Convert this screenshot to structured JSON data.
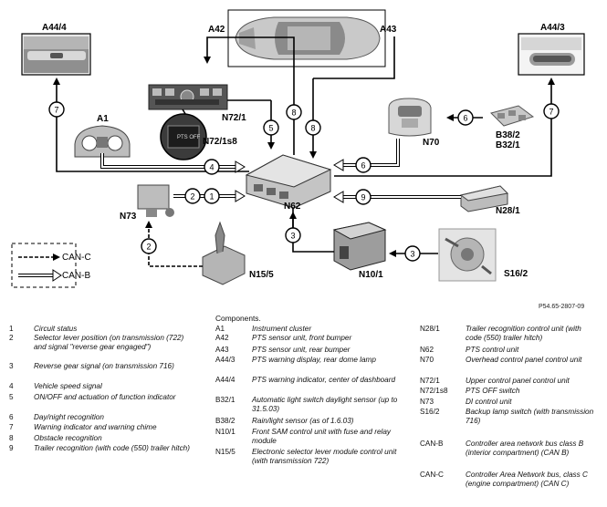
{
  "diagram": {
    "labels": {
      "a44_4": "A44/4",
      "a44_3": "A44/3",
      "a42": "A42",
      "a43": "A43",
      "a1": "A1",
      "n72_1": "N72/1",
      "n72_1s8": "N72/1s8",
      "n70": "N70",
      "b38_2": "B38/2",
      "b32_1": "B32/1",
      "n62": "N62",
      "n73": "N73",
      "n28_1": "N28/1",
      "n15_5": "N15/5",
      "n10_1": "N10/1",
      "s16_2": "S16/2",
      "can_c": "CAN-C",
      "can_b": "CAN-B",
      "switch_text": "PTS OFF"
    },
    "circles": [
      "7",
      "7",
      "8",
      "8",
      "5",
      "6",
      "4",
      "6",
      "2",
      "1",
      "9",
      "3",
      "3",
      "2"
    ],
    "reference": "P54.65-2807-09"
  },
  "legend": {
    "circuits": [
      {
        "num": "1",
        "text": "Circuit status"
      },
      {
        "num": "2",
        "text": "Selector lever position (on transmission (722) and signal \"reverse gear engaged\")"
      },
      {
        "num": "3",
        "text": "Reverse gear signal (on transmission 716)"
      },
      {
        "num": "4",
        "text": "Vehicle speed signal"
      },
      {
        "num": "5",
        "text": "ON/OFF and actuation of function indicator"
      },
      {
        "num": "6",
        "text": "Day/night recognition"
      },
      {
        "num": "7",
        "text": "Warning indicator and warning chime"
      },
      {
        "num": "8",
        "text": "Obstacle recognition"
      },
      {
        "num": "9",
        "text": "Trailer recognition (with code (550) trailer hitch)"
      }
    ],
    "components_title": "Components.",
    "components_mid": [
      {
        "code": "A1",
        "text": "Instrument cluster"
      },
      {
        "code": "A42",
        "text": "PTS sensor unit, front bumper"
      },
      {
        "code": "A43",
        "text": "PTS sensor unit, rear bumper"
      },
      {
        "code": "A44/3",
        "text": "PTS warning display, rear dome lamp"
      },
      {
        "code": "A44/4",
        "text": "PTS warning indicator, center of dashboard"
      },
      {
        "code": "B32/1",
        "text": "Automatic light switch daylight sensor (up to 31.5.03)"
      },
      {
        "code": "B38/2",
        "text": "Rain/light sensor (as of 1.6.03)"
      },
      {
        "code": "N10/1",
        "text": "Front SAM control unit with fuse and relay module"
      },
      {
        "code": "N15/5",
        "text": "Electronic selector lever module control unit (with transmission 722)"
      }
    ],
    "components_right": [
      {
        "code": "N28/1",
        "text": "Trailer recognition control unit (with code (550) trailer hitch)"
      },
      {
        "code": "N62",
        "text": "PTS control unit"
      },
      {
        "code": "N70",
        "text": "Overhead control panel control unit"
      },
      {
        "code": "N72/1",
        "text": "Upper control panel control unit"
      },
      {
        "code": "N72/1s8",
        "text": "PTS OFF switch"
      },
      {
        "code": "N73",
        "text": "DI control unit"
      },
      {
        "code": "S16/2",
        "text": "Backup lamp switch (with transmission 716)"
      },
      {
        "code": "CAN-B",
        "text": "Controller area network bus class B (interior compartment) (CAN B)"
      },
      {
        "code": "CAN-C",
        "text": "Controller Area Network bus, class C (engine compartment) (CAN C)"
      }
    ]
  }
}
